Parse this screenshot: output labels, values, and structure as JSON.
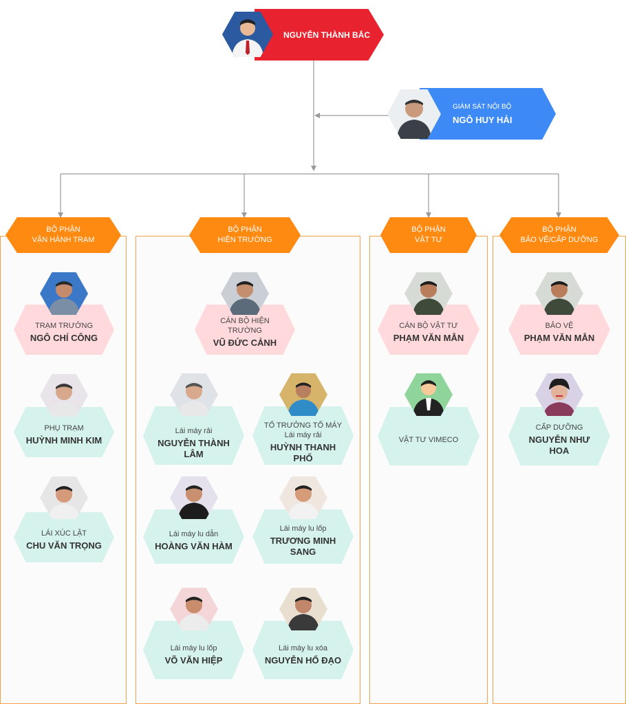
{
  "top": {
    "name": "NGUYỄN THÀNH BẮC"
  },
  "supervisor": {
    "role": "GIÁM SÁT NỘI BỘ",
    "name": "NGÔ HUY HẢI"
  },
  "departments": [
    {
      "line1": "BỘ PHẬN",
      "line2": "VẬN HÀNH TRẠM"
    },
    {
      "line1": "BỘ PHẬN",
      "line2": "HIỆN TRƯỜNG"
    },
    {
      "line1": "BỘ PHẬN",
      "line2": "VẬT TƯ"
    },
    {
      "line1": "BỘ PHẬN",
      "line2": "BẢO VỆ/CẤP DƯỠNG"
    }
  ],
  "people": {
    "tram_truong": {
      "role": "TRẠM TRƯỞNG",
      "name": "NGÔ CHÍ CÔNG"
    },
    "pho_tram": {
      "role": "PHỤ TRẠM",
      "name": "HUỲNH MINH KIM"
    },
    "lai_xuc": {
      "role": "LÁI XÚC LẬT",
      "name": "CHU VĂN TRỌNG"
    },
    "can_bo_ht": {
      "role": "CÁN BỘ HIỆN TRƯỜNG",
      "name": "VŨ ĐỨC CẢNH"
    },
    "nguyen_lam": {
      "role": "Lái máy rải",
      "name": "NGUYỄN  THÀNH LÂM"
    },
    "to_truong": {
      "role": "TỔ TRƯỞNG TỔ MÁY",
      "role2": "Lái máy rải",
      "name": "HUỲNH THANH PHỐ"
    },
    "hoang_ham": {
      "role": "Lái máy lu dẫn",
      "name": "HOÀNG VĂN HÀM"
    },
    "truong_sang": {
      "role": "Lái máy lu lốp",
      "name": "TRƯƠNG MINH SANG"
    },
    "vo_hiep": {
      "role": "Lái máy lu lốp",
      "name": "VÕ VĂN HIỆP"
    },
    "nguyen_dao": {
      "role": "Lái máy lu xóa",
      "name": "NGUYỄN HỔ ĐẠO"
    },
    "can_bo_vt": {
      "role": "CÁN BỘ VẬT TƯ",
      "name": "PHẠM VĂN MẪN"
    },
    "vimeco": {
      "role": "VẬT TƯ VIMECO"
    },
    "bao_ve": {
      "role": "BẢO VỆ",
      "name": "PHẠM VĂN MẪN"
    },
    "cap_duong": {
      "role": "CẤP DƯỠNG",
      "name": "NGUYỄN NHƯ HOA"
    }
  },
  "colors": {
    "top_banner": "#e8222e",
    "supervisor_banner": "#3d8af7",
    "dept": "#ff8a12",
    "pink": "#ffd9dc",
    "mint": "#d5f2ec",
    "panel_border": "#f5a04a",
    "wire": "#9a9a9a"
  }
}
